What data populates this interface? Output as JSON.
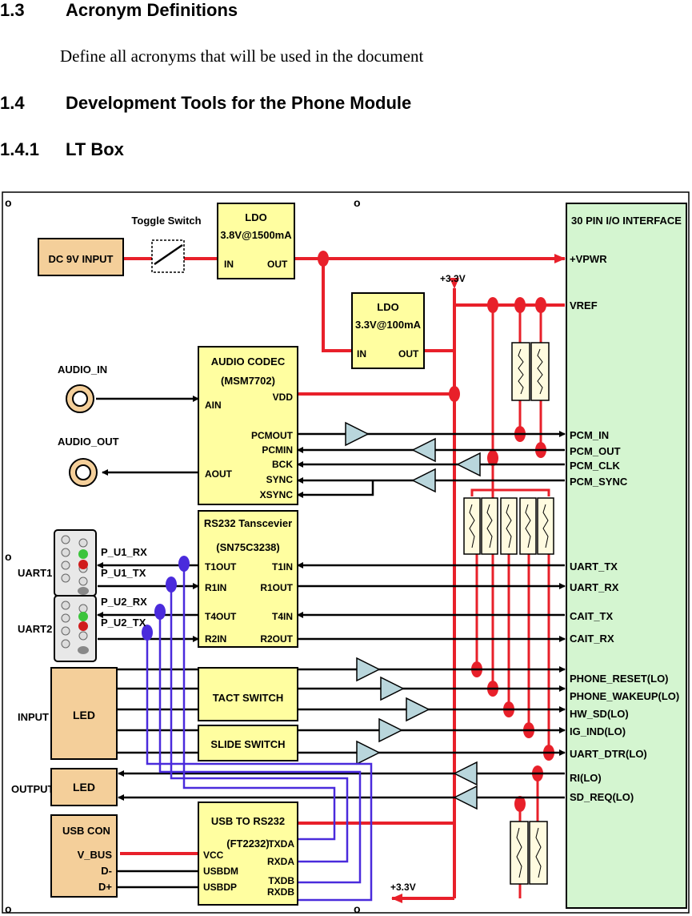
{
  "sections": [
    {
      "number": "1.3",
      "title": "Acronym Definitions"
    },
    {
      "number": "1.4",
      "title": "Development Tools for the Phone Module"
    },
    {
      "number": "1.4.1",
      "title": "LT Box"
    }
  ],
  "paragraph": "Define all acronyms that will be used in the document",
  "diagram": {
    "dc_input": "DC 9V INPUT",
    "toggle_switch": "Toggle Switch",
    "ldo1": {
      "title": "LDO",
      "rating": "3.8V@1500mA",
      "in": "IN",
      "out": "OUT"
    },
    "ldo2": {
      "title": "LDO",
      "rating": "3.3V@100mA",
      "in": "IN",
      "out": "OUT"
    },
    "rail_label_top": "+3.3V",
    "rail_label_bottom": "+3.3V",
    "audio_in": "AUDIO_IN",
    "audio_out": "AUDIO_OUT",
    "codec": {
      "title": "AUDIO CODEC",
      "part": "(MSM7702)",
      "ain": "AIN",
      "vdd": "VDD",
      "pcmout": "PCMOUT",
      "pcmin": "PCMIN",
      "bck": "BCK",
      "sync": "SYNC",
      "xsync": "XSYNC",
      "aout": "AOUT"
    },
    "rs232": {
      "title": "RS232 Tanscevier",
      "part": "(SN75C3238)",
      "t1out": "T1OUT",
      "t1in": "T1IN",
      "r1in": "R1IN",
      "r1out": "R1OUT",
      "t4out": "T4OUT",
      "t4in": "T4IN",
      "r2in": "R2IN",
      "r2out": "R2OUT"
    },
    "uart1": "UART1",
    "uart2": "UART2",
    "p_u1_rx": "P_U1_RX",
    "p_u1_tx": "P_U1_TX",
    "p_u2_rx": "P_U2_RX",
    "p_u2_tx": "P_U2_TX",
    "input_label": "INPUT",
    "output_label": "OUTPUT",
    "led_in": "LED",
    "led_out": "LED",
    "tact_switch": "TACT SWITCH",
    "slide_switch": "SLIDE SWITCH",
    "usb_con": {
      "title": "USB CON",
      "vbus": "V_BUS",
      "dminus": "D-",
      "dplus": "D+"
    },
    "ft2232": {
      "title": "USB TO RS232",
      "part": "(FT2232)",
      "vcc": "VCC",
      "usbdm": "USBDM",
      "usbdp": "USBDP",
      "txda": "TXDA",
      "rxda": "RXDA",
      "txdb": "TXDB",
      "rxdb": "RXDB"
    },
    "io_title": "30 PIN I/O INTERFACE",
    "io_pins": [
      "+VPWR",
      "VREF",
      "PCM_IN",
      "PCM_OUT",
      "PCM_CLK",
      "PCM_SYNC",
      "UART_TX",
      "UART_RX",
      "CAIT_TX",
      "CAIT_RX",
      "PHONE_RESET(LO)",
      "PHONE_WAKEUP(LO)",
      "HW_SD(LO)",
      "IG_IND(LO)",
      "UART_DTR(LO)",
      "RI(LO)",
      "SD_REQ(LO)"
    ]
  }
}
